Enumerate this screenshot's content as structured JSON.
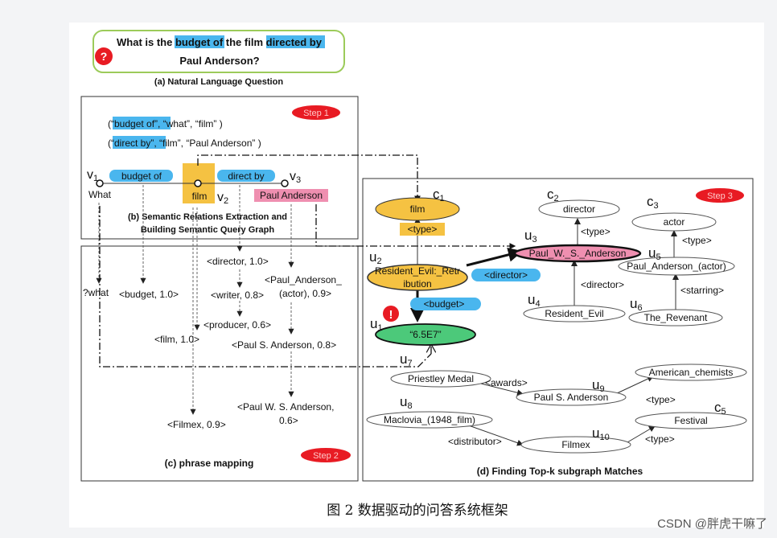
{
  "question": {
    "line1": {
      "p1": "What is the ",
      "p2": "budget of",
      "p3": " the film ",
      "p4": "directed by"
    },
    "line2": "Paul Anderson?",
    "mark": "?",
    "caption": "(a) Natural Language Question"
  },
  "step_labels": {
    "s1": "Step 1",
    "s2": "Step 2",
    "s3": "Step 3"
  },
  "panel_b": {
    "triple1": {
      "open": "(",
      "hl": "“budget of”",
      "rest": ", “what”, “film” )"
    },
    "triple2": {
      "open": "(",
      "hl": "“direct by”",
      "rest": ", “film”, “Paul Anderson” )"
    },
    "v1": "v",
    "v1_sub": "1",
    "v2": "v",
    "v2_sub": "2",
    "v3": "v",
    "v3_sub": "3",
    "edge_budget": "budget of",
    "edge_direct": "direct by",
    "what": "What",
    "film": "film",
    "paul": "Paul Anderson",
    "caption1": "(b) Semantic Relations Extraction and",
    "caption2": "Building Semantic Query Graph"
  },
  "panel_c": {
    "m_what": "?what",
    "m_budget": "<budget, 1.0>",
    "m_director": "<director, 1.0>",
    "m_writer": "<writer, 0.8>",
    "m_producer": "<producer, 0.6>",
    "m_film": "<film, 1.0>",
    "m_filmex": "<Filmex, 0.9>",
    "m_pa1a": "<Paul_Anderson_",
    "m_pa1b": "(actor), 0.9>",
    "m_pa2": "<Paul S. Anderson, 0.8>",
    "m_pa3a": "<Paul W. S. Anderson,",
    "m_pa3b": "0.6>",
    "caption": "(c) phrase mapping"
  },
  "panel_d": {
    "c1": "c",
    "c1_sub": "1",
    "c2": "c",
    "c2_sub": "2",
    "c3": "c",
    "c3_sub": "3",
    "c5": "c",
    "c5_sub": "5",
    "u1": "u",
    "u1_sub": "1",
    "u2": "u",
    "u2_sub": "2",
    "u3": "u",
    "u3_sub": "3",
    "u4": "u",
    "u4_sub": "4",
    "u5": "u",
    "u5_sub": "5",
    "u6": "u",
    "u6_sub": "6",
    "u7": "u",
    "u7_sub": "7",
    "u8": "u",
    "u8_sub": "8",
    "u9": "u",
    "u9_sub": "9",
    "u10": "u",
    "u10_sub": "10",
    "film": "film",
    "type": "<type>",
    "director": "director",
    "actor": "actor",
    "paul_ws": "Paul_W._S._Anderson",
    "paul_actor": "Paul_Anderson_(actor)",
    "resident1": "Resident_Evil:_Retr",
    "resident2": "ibution",
    "resident_evil": "Resident_Evil",
    "revenant": "The_Revenant",
    "e_director": "<director>",
    "e_starring": "<starring>",
    "e_budget": "<budget>",
    "value": "“6.5E7”",
    "alert": "!",
    "priestley": "Priestley Medal",
    "awards": "<awards>",
    "paul_s": "Paul S. Anderson",
    "american": "American_chemists",
    "maclovia": "Maclovia_(1948_film)",
    "distributor": "<distributor>",
    "filmex": "Filmex",
    "festival": "Festival",
    "caption": "(d) Finding Top-k subgraph Matches"
  },
  "figure_caption": "图 2  数据驱动的问答系统框架",
  "watermark": "CSDN @胖虎干嘛了",
  "colors": {
    "blue": "#4ab6ee",
    "yellow": "#f5c242",
    "pink": "#ef8fb0",
    "green": "#4cc97a",
    "red": "#e81b23",
    "qborder": "#9ccb5a"
  }
}
